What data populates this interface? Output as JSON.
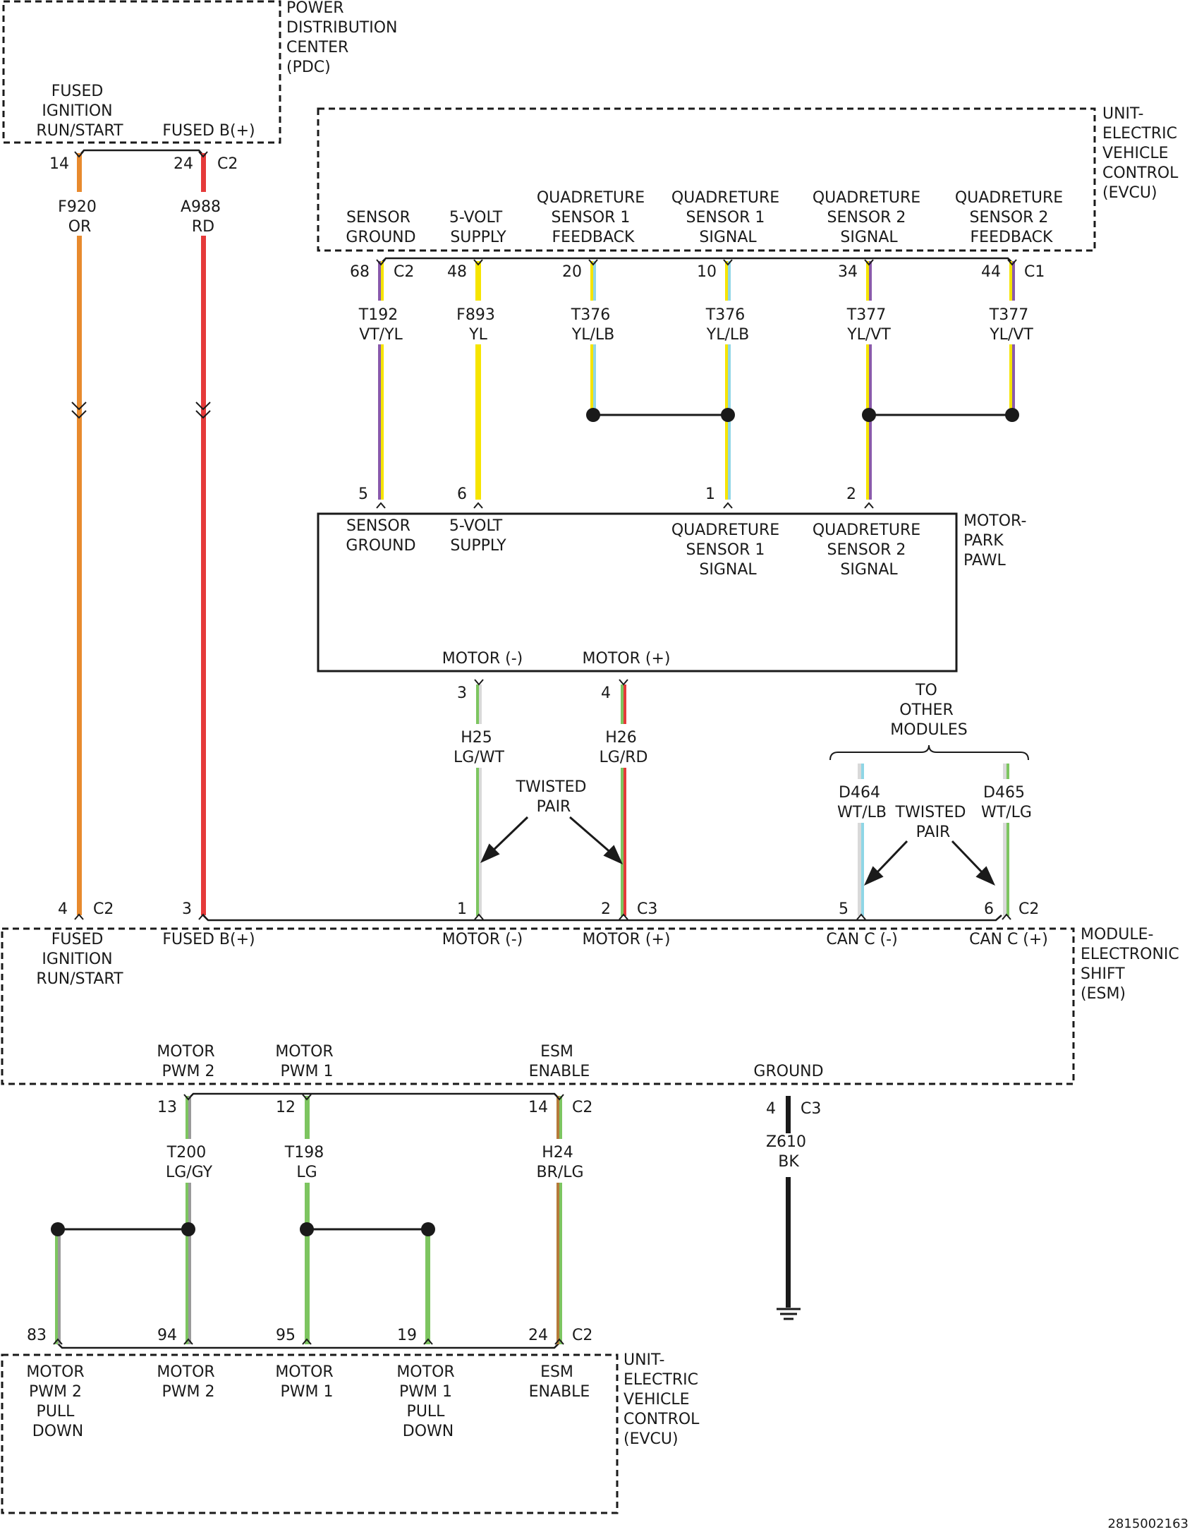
{
  "colors": {
    "OR": "#e88a2e",
    "RD": "#e53a3a",
    "YL": "#f6e400",
    "VT": "#8a5aab",
    "LB": "#8fd6e6",
    "LG": "#7dc560",
    "WT": "#d9d9d9",
    "GY": "#9a9a9a",
    "BR": "#b57a3a",
    "BK": "#1a1a1a"
  },
  "modules": {
    "pdc": {
      "title": [
        "POWER",
        "DISTRIBUTION",
        "CENTER",
        "(PDC)"
      ]
    },
    "evcu_top": {
      "title": [
        "UNIT-",
        "ELECTRIC",
        "VEHICLE",
        "CONTROL",
        "(EVCU)"
      ]
    },
    "motor_park_pawl": {
      "title": [
        "MOTOR-",
        "PARK",
        "PAWL"
      ]
    },
    "esm": {
      "title": [
        "MODULE-",
        "ELECTRONIC",
        "SHIFT",
        "(ESM)"
      ]
    },
    "evcu_bottom": {
      "title": [
        "UNIT-",
        "ELECTRIC",
        "VEHICLE",
        "CONTROL",
        "(EVCU)"
      ]
    }
  },
  "pdc_pins": [
    {
      "label": [
        "FUSED",
        "IGNITION",
        "RUN/START"
      ],
      "pin": "14",
      "connector": ""
    },
    {
      "label": [
        "FUSED B(+)"
      ],
      "pin": "24",
      "connector": "C2"
    }
  ],
  "evcu_top_pins": [
    {
      "label": [
        "SENSOR",
        "GROUND"
      ],
      "pin": "68",
      "connector": "C2"
    },
    {
      "label": [
        "5-VOLT",
        "SUPPLY"
      ],
      "pin": "48",
      "connector": ""
    },
    {
      "label": [
        "QUADRETURE",
        "SENSOR 1",
        "FEEDBACK"
      ],
      "pin": "20",
      "connector": ""
    },
    {
      "label": [
        "QUADRETURE",
        "SENSOR 1",
        "SIGNAL"
      ],
      "pin": "10",
      "connector": ""
    },
    {
      "label": [
        "QUADRETURE",
        "SENSOR 2",
        "SIGNAL"
      ],
      "pin": "34",
      "connector": ""
    },
    {
      "label": [
        "QUADRETURE",
        "SENSOR 2",
        "FEEDBACK"
      ],
      "pin": "44",
      "connector": "C1"
    }
  ],
  "motor_pins_top": [
    {
      "label": [
        "SENSOR",
        "GROUND"
      ],
      "pin": "5"
    },
    {
      "label": [
        "5-VOLT",
        "SUPPLY"
      ],
      "pin": "6"
    },
    {
      "label": [
        "QUADRETURE",
        "SENSOR 1",
        "SIGNAL"
      ],
      "pin": "1"
    },
    {
      "label": [
        "QUADRETURE",
        "SENSOR 2",
        "SIGNAL"
      ],
      "pin": "2"
    }
  ],
  "motor_pins_bottom": [
    {
      "label": [
        "MOTOR (-)"
      ],
      "pin": "3"
    },
    {
      "label": [
        "MOTOR (+)"
      ],
      "pin": "4"
    }
  ],
  "esm_pins_top": [
    {
      "label": [
        "FUSED",
        "IGNITION",
        "RUN/START"
      ],
      "pin": "4",
      "connector": "C2"
    },
    {
      "label": [
        "FUSED B(+)"
      ],
      "pin": "3",
      "connector": ""
    },
    {
      "label": [
        "MOTOR (-)"
      ],
      "pin": "1",
      "connector": ""
    },
    {
      "label": [
        "MOTOR (+)"
      ],
      "pin": "2",
      "connector": "C3"
    },
    {
      "label": [
        "CAN C (-)"
      ],
      "pin": "5",
      "connector": ""
    },
    {
      "label": [
        "CAN C (+)"
      ],
      "pin": "6",
      "connector": "C2"
    }
  ],
  "esm_pins_bottom": [
    {
      "label": [
        "MOTOR",
        "PWM 2"
      ],
      "pin": "13",
      "connector": ""
    },
    {
      "label": [
        "MOTOR",
        "PWM 1"
      ],
      "pin": "12",
      "connector": ""
    },
    {
      "label": [
        "ESM",
        "ENABLE"
      ],
      "pin": "14",
      "connector": "C2"
    },
    {
      "label": [
        "GROUND"
      ],
      "pin": "4",
      "connector": "C3"
    }
  ],
  "evcu_bottom_pins": [
    {
      "label": [
        "MOTOR",
        "PWM 2",
        "PULL",
        "DOWN"
      ],
      "pin": "83",
      "connector": ""
    },
    {
      "label": [
        "MOTOR",
        "PWM 2"
      ],
      "pin": "94",
      "connector": ""
    },
    {
      "label": [
        "MOTOR",
        "PWM 1"
      ],
      "pin": "95",
      "connector": ""
    },
    {
      "label": [
        "MOTOR",
        "PWM 1",
        "PULL",
        "DOWN"
      ],
      "pin": "19",
      "connector": ""
    },
    {
      "label": [
        "ESM",
        "ENABLE"
      ],
      "pin": "24",
      "connector": "C2"
    }
  ],
  "wires": [
    {
      "circuit": "F920",
      "color_code": "OR",
      "colors": [
        "OR"
      ]
    },
    {
      "circuit": "A988",
      "color_code": "RD",
      "colors": [
        "RD"
      ]
    },
    {
      "circuit": "T192",
      "color_code": "VT/YL",
      "colors": [
        "VT",
        "YL"
      ]
    },
    {
      "circuit": "F893",
      "color_code": "YL",
      "colors": [
        "YL"
      ]
    },
    {
      "circuit": "T376",
      "color_code": "YL/LB",
      "colors": [
        "YL",
        "LB"
      ]
    },
    {
      "circuit": "T376",
      "color_code": "YL/LB",
      "colors": [
        "YL",
        "LB"
      ]
    },
    {
      "circuit": "T377",
      "color_code": "YL/VT",
      "colors": [
        "YL",
        "VT"
      ]
    },
    {
      "circuit": "T377",
      "color_code": "YL/VT",
      "colors": [
        "YL",
        "VT"
      ]
    },
    {
      "circuit": "H25",
      "color_code": "LG/WT",
      "colors": [
        "LG",
        "WT"
      ]
    },
    {
      "circuit": "H26",
      "color_code": "LG/RD",
      "colors": [
        "LG",
        "RD"
      ]
    },
    {
      "circuit": "D464",
      "color_code": "WT/LB",
      "colors": [
        "WT",
        "LB"
      ]
    },
    {
      "circuit": "D465",
      "color_code": "WT/LG",
      "colors": [
        "WT",
        "LG"
      ]
    },
    {
      "circuit": "T200",
      "color_code": "LG/GY",
      "colors": [
        "LG",
        "GY"
      ]
    },
    {
      "circuit": "T198",
      "color_code": "LG",
      "colors": [
        "LG"
      ]
    },
    {
      "circuit": "H24",
      "color_code": "BR/LG",
      "colors": [
        "BR",
        "LG"
      ]
    },
    {
      "circuit": "Z610",
      "color_code": "BK",
      "colors": [
        "BK"
      ]
    }
  ],
  "annotations": {
    "twisted_pair": [
      "TWISTED",
      "PAIR"
    ],
    "to_other_modules": [
      "TO",
      "OTHER",
      "MODULES"
    ]
  },
  "figure_id": "2815002163"
}
